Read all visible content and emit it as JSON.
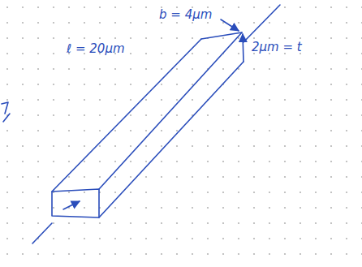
{
  "diagram": {
    "labels": [
      "ℓ = 20μm",
      "b = 4μm",
      "2μm = t"
    ]
  }
}
